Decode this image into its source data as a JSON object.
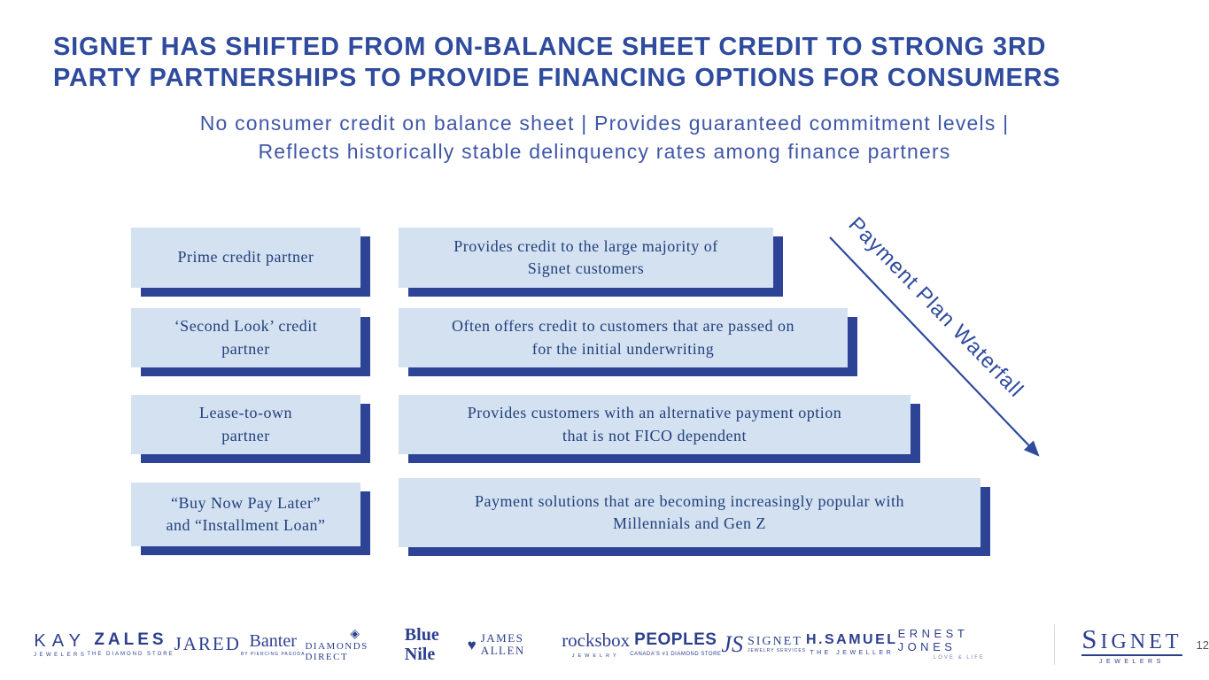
{
  "slide": {
    "title": "SIGNET HAS SHIFTED FROM ON-BALANCE SHEET CREDIT TO STRONG 3RD\nPARTY PARTNERSHIPS TO PROVIDE FINANCING OPTIONS FOR CONSUMERS",
    "subtitle": "No consumer credit on balance sheet | Provides guaranteed commitment levels |\nReflects historically stable delinquency rates among finance partners",
    "page_number": "12"
  },
  "waterfall": {
    "label": "Payment Plan Waterfall",
    "rows": [
      {
        "partner": "Prime credit partner",
        "description": "Provides credit to the large majority of\nSignet customers"
      },
      {
        "partner": "‘Second Look’ credit\npartner",
        "description": "Often offers credit to customers that  are passed on\nfor the initial underwriting"
      },
      {
        "partner": "Lease-to-own\npartner",
        "description": "Provides customers with an alternative payment option\nthat is not FICO dependent"
      },
      {
        "partner": "“Buy Now Pay Later”\nand “Installment Loan”",
        "description": "Payment solutions that are becoming increasingly popular with\nMillennials and Gen Z"
      }
    ]
  },
  "footer": {
    "brands": [
      {
        "name": "KAY",
        "sub": "JEWELERS"
      },
      {
        "name": "ZALES",
        "sub": "THE DIAMOND STORE"
      },
      {
        "name": "JARED",
        "sub": ""
      },
      {
        "name": "Banter",
        "sub": "BY PIERCING PAGODA"
      },
      {
        "name": "DIAMONDS DIRECT",
        "sub": "",
        "icon": "diamond"
      },
      {
        "name": "Blue Nile",
        "sub": ""
      },
      {
        "name": "JAMES ALLEN",
        "sub": "",
        "icon": "heart"
      },
      {
        "name": "rocksbox",
        "sub": "JEWELRY"
      },
      {
        "name": "PEOPLES",
        "sub": "CANADA'S #1 DIAMOND STORE"
      },
      {
        "prefix": "JS",
        "name": "SIGNET",
        "sub": "JEWELRY SERVICES"
      },
      {
        "name": "H.SAMUEL",
        "sub": "THE JEWELLER"
      },
      {
        "name": "ERNEST JONES",
        "sub": "LOVE & LIFE"
      }
    ],
    "logo": {
      "name": "SIGNET",
      "sub": "JEWELERS"
    }
  },
  "colors": {
    "title_blue": "#2e4b9e",
    "subtitle_blue": "#3f57a7",
    "box_fill": "#d3e1f1",
    "box_shadow": "#2d4496",
    "box_text": "#22407c",
    "logo_navy": "#2c3f8e"
  },
  "icons": {
    "diamond": "◈",
    "heart": "♥"
  }
}
